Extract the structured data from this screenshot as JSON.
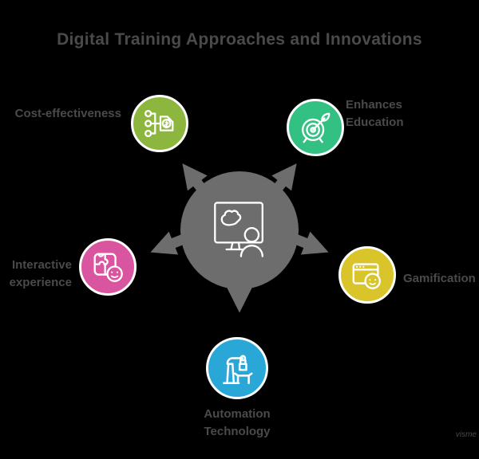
{
  "title": "Digital Training Approaches and Innovations",
  "watermark": "visme",
  "colors": {
    "background": "#000000",
    "title_text": "#4a4a4a",
    "label_text": "#4a4a4a",
    "hub": "#6d6d6d",
    "arrow": "#6d6d6d",
    "ring": "#ffffff"
  },
  "hub": {
    "icon": "trainer-at-screen-icon",
    "color": "#6d6d6d"
  },
  "nodes": [
    {
      "id": "cost-effectiveness",
      "color": "#8cb63e",
      "icon": "money-tag-flow-icon",
      "label_lines": [
        "Cost-effectiveness"
      ]
    },
    {
      "id": "enhances-education",
      "color": "#33c183",
      "icon": "target-arrow-icon",
      "label_lines": [
        "Enhances",
        "Education"
      ]
    },
    {
      "id": "interactive-experience",
      "color": "#d9559f",
      "icon": "puzzle-smiley-icon",
      "label_lines": [
        "Interactive",
        "experience"
      ]
    },
    {
      "id": "gamification",
      "color": "#d9c42a",
      "icon": "browser-smiley-icon",
      "label_lines": [
        "Gamification"
      ]
    },
    {
      "id": "automation-technology",
      "color": "#29a8d8",
      "icon": "robot-arm-icon",
      "label_lines": [
        "Automation",
        "Technology"
      ]
    }
  ]
}
